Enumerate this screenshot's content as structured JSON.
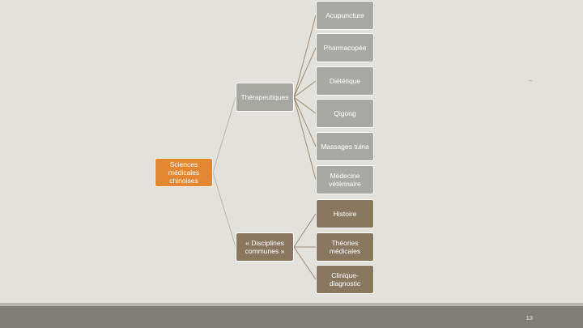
{
  "diagram": {
    "root": {
      "label": "Sciences médicales chinoises"
    },
    "branches": [
      {
        "label": "Thérapeutiques",
        "children": [
          {
            "label": "Acupuncture"
          },
          {
            "label": "Pharmacopée"
          },
          {
            "label": "Diététique"
          },
          {
            "label": "Qigong"
          },
          {
            "label": "Massages tuina"
          },
          {
            "label": "Médecine vétérinaire"
          }
        ]
      },
      {
        "label": "« Disciplines communes »",
        "children": [
          {
            "label": "Histoire"
          },
          {
            "label": "Théories médicales"
          },
          {
            "label": "Clinique-diagnostic"
          }
        ]
      }
    ],
    "colors": {
      "root": "#e2872f",
      "therapeutic_branch": "#a7a7a2",
      "common_branch": "#8a7760",
      "background": "#e2e1dc",
      "footer": "#7f7f77"
    }
  },
  "slide": {
    "page_number": "13",
    "stray_mark": "–"
  }
}
